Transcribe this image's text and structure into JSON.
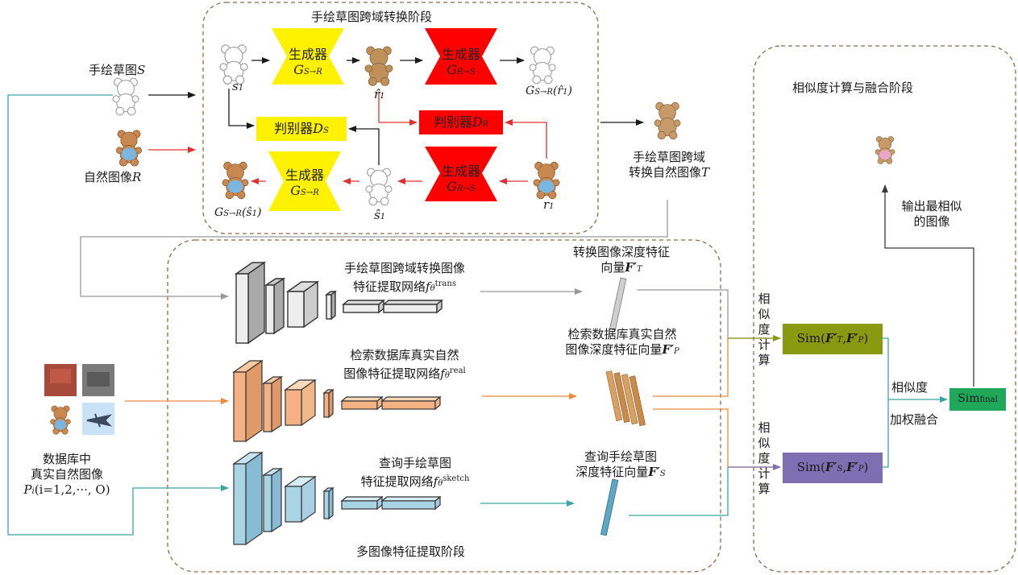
{
  "stage1": {
    "title": "手绘草图跨域转换阶段",
    "generator_label": "生成器",
    "g_s2r": "G",
    "g_s2r_sub": "S→R",
    "g_r2s_sub": "R→S",
    "disc_label": "判别器",
    "d_s": "D",
    "d_s_sub": "S",
    "d_r_sub": "R",
    "s1": "s",
    "s1_sub": "1",
    "r1_hat": "r̂",
    "r1": "r",
    "s1_hat": "ŝ",
    "rec_r": "G",
    "rec_r_arg": "(r̂",
    "rec_s_arg": "(ŝ",
    "close_paren": ")"
  },
  "inputs": {
    "sketch_label": "手绘草图",
    "sketch_var": "S",
    "natural_label": "自然图像",
    "natural_var": "R",
    "db_line1": "数据库中",
    "db_line2": "真实自然图像",
    "db_line3_var": "P",
    "db_line3_sub": "i",
    "db_line3_rest": "(i=1,2,···, O)"
  },
  "transfer_output": {
    "line1": "手绘草图跨域",
    "line2": "转换自然图像",
    "var": "T"
  },
  "stage2": {
    "title": "多图像特征提取阶段",
    "net_trans_1": "手绘草图跨域转换图像",
    "net_trans_2": "特征提取网络",
    "net_real_1": "检索数据库真实自然",
    "net_real_2": "图像特征提取网络",
    "net_sketch_1": "查询手绘草图",
    "net_sketch_2": "特征提取网络",
    "f": "f",
    "theta": "θ",
    "sup_trans": "trans",
    "sup_real": "real",
    "sup_sketch": "sketch",
    "vec_trans_1": "转换图像深度特征",
    "vec_trans_2": "向量",
    "vec_real_1": "检索数据库真实自然",
    "vec_real_2": "图像深度特征向量",
    "vec_sketch_1": "查询手绘草图",
    "vec_sketch_2": "深度特征向量",
    "F": "F′",
    "sub_T": "T",
    "sub_P": "P",
    "sub_S": "S"
  },
  "stage3": {
    "title": "相似度计算与融合阶段",
    "sim_calc_chars": [
      "相",
      "似",
      "度",
      "计",
      "算"
    ],
    "sim1_prefix": "Sim(",
    "sim_F": "F′",
    "sim1_a_sub": "T",
    "sim_comma": ",",
    "sim_b_sub": "P",
    "sim_close": ")",
    "sim2_a_sub": "S",
    "fusion_1": "相似度",
    "fusion_2": "加权融合",
    "sim_final": "Sim",
    "sim_final_sub": "final",
    "output_1": "输出最相似",
    "output_2": "的图像"
  },
  "colors": {
    "generator_yellow": "#fff200",
    "generator_red": "#ff0000",
    "sim_green": "#8a9a10",
    "sim_purple": "#7e6fb2",
    "final_green": "#1fa85a",
    "teal": "#3aa6a0",
    "orange": "#ee8a3a",
    "gray_arrow": "#999999",
    "red_arrow": "#e03030",
    "dashed_border": "#8a6a4a"
  }
}
